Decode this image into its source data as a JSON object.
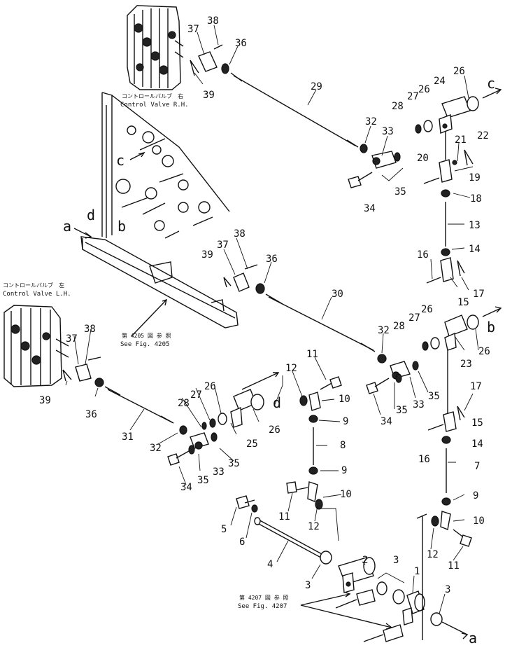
{
  "callouts": [
    {
      "id": "c38a",
      "text": "38"
    },
    {
      "id": "c37a",
      "text": "37"
    },
    {
      "id": "c36a",
      "text": "36"
    },
    {
      "id": "c39a",
      "text": "39"
    },
    {
      "id": "c29",
      "text": "29"
    },
    {
      "id": "c32a",
      "text": "32"
    },
    {
      "id": "c33a",
      "text": "33"
    },
    {
      "id": "c34a",
      "text": "34"
    },
    {
      "id": "c35a",
      "text": "35"
    },
    {
      "id": "c28a",
      "text": "28"
    },
    {
      "id": "c27a",
      "text": "27"
    },
    {
      "id": "c26a",
      "text": "26"
    },
    {
      "id": "c24",
      "text": "24"
    },
    {
      "id": "c26b",
      "text": "26"
    },
    {
      "id": "c21",
      "text": "21"
    },
    {
      "id": "c22",
      "text": "22"
    },
    {
      "id": "c20",
      "text": "20"
    },
    {
      "id": "c19",
      "text": "19"
    },
    {
      "id": "c18",
      "text": "18"
    },
    {
      "id": "c13",
      "text": "13"
    },
    {
      "id": "c14a",
      "text": "14"
    },
    {
      "id": "c16a",
      "text": "16"
    },
    {
      "id": "c15a",
      "text": "15"
    },
    {
      "id": "c17a",
      "text": "17"
    },
    {
      "id": "c38b",
      "text": "38"
    },
    {
      "id": "c37b",
      "text": "37"
    },
    {
      "id": "c36b",
      "text": "36"
    },
    {
      "id": "c39b",
      "text": "39"
    },
    {
      "id": "c30",
      "text": "30"
    },
    {
      "id": "c32b",
      "text": "32"
    },
    {
      "id": "c28b",
      "text": "28"
    },
    {
      "id": "c27b",
      "text": "27"
    },
    {
      "id": "c26c",
      "text": "26"
    },
    {
      "id": "c26d",
      "text": "26"
    },
    {
      "id": "c23",
      "text": "23"
    },
    {
      "id": "c35b",
      "text": "35"
    },
    {
      "id": "c33b",
      "text": "33"
    },
    {
      "id": "c35c",
      "text": "35"
    },
    {
      "id": "c34b",
      "text": "34"
    },
    {
      "id": "c17b",
      "text": "17"
    },
    {
      "id": "c15b",
      "text": "15"
    },
    {
      "id": "c16b",
      "text": "16"
    },
    {
      "id": "c14b",
      "text": "14"
    },
    {
      "id": "c7",
      "text": "7"
    },
    {
      "id": "c9c",
      "text": "9"
    },
    {
      "id": "c10c",
      "text": "10"
    },
    {
      "id": "c12c",
      "text": "12"
    },
    {
      "id": "c11c",
      "text": "11"
    },
    {
      "id": "c38c",
      "text": "38"
    },
    {
      "id": "c37c",
      "text": "37"
    },
    {
      "id": "c39c",
      "text": "39"
    },
    {
      "id": "c36c",
      "text": "36"
    },
    {
      "id": "c31",
      "text": "31"
    },
    {
      "id": "c32c",
      "text": "32"
    },
    {
      "id": "c28c",
      "text": "28"
    },
    {
      "id": "c27c",
      "text": "27"
    },
    {
      "id": "c26e",
      "text": "26"
    },
    {
      "id": "c25",
      "text": "25"
    },
    {
      "id": "c26f",
      "text": "26"
    },
    {
      "id": "c33c",
      "text": "33"
    },
    {
      "id": "c35d",
      "text": "35"
    },
    {
      "id": "c35e",
      "text": "35"
    },
    {
      "id": "c34c",
      "text": "34"
    },
    {
      "id": "c12a",
      "text": "12"
    },
    {
      "id": "c11a",
      "text": "11"
    },
    {
      "id": "c10a",
      "text": "10"
    },
    {
      "id": "c9a",
      "text": "9"
    },
    {
      "id": "c8",
      "text": "8"
    },
    {
      "id": "c9b",
      "text": "9"
    },
    {
      "id": "c10b",
      "text": "10"
    },
    {
      "id": "c11b",
      "text": "11"
    },
    {
      "id": "c12b",
      "text": "12"
    },
    {
      "id": "c5",
      "text": "5"
    },
    {
      "id": "c6",
      "text": "6"
    },
    {
      "id": "c4",
      "text": "4"
    },
    {
      "id": "c3a",
      "text": "3"
    },
    {
      "id": "c2",
      "text": "2"
    },
    {
      "id": "c3b",
      "text": "3"
    },
    {
      "id": "c1",
      "text": "1"
    },
    {
      "id": "c3c",
      "text": "3"
    }
  ],
  "letters": [
    {
      "id": "Lc1",
      "text": "c"
    },
    {
      "id": "Lc2",
      "text": "c"
    },
    {
      "id": "Ld1",
      "text": "d"
    },
    {
      "id": "La1",
      "text": "a"
    },
    {
      "id": "Lb1",
      "text": "b"
    },
    {
      "id": "Lb2",
      "text": "b"
    },
    {
      "id": "Ld2",
      "text": "d"
    },
    {
      "id": "La2",
      "text": "a"
    }
  ],
  "notes": {
    "valve_rh_jp": "コントロールバルブ　右",
    "valve_rh": "Control Valve R.H.",
    "valve_lh_jp": "コントロールバルブ　左",
    "valve_lh": "Control Valve L.H.",
    "fig4205_jp": "第 4205 図 参 照",
    "fig4205": "See Fig. 4205",
    "fig4207_jp": "第 4207 図 参 照",
    "fig4207": "See Fig. 4207"
  }
}
